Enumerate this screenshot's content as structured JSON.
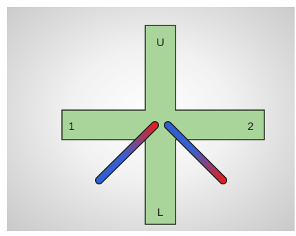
{
  "diagram": {
    "arm_labels": {
      "up": "U",
      "left": "1",
      "right": "2",
      "low": "L"
    },
    "colors": {
      "maze_fill": "#a9d49a",
      "maze_stroke": "#1e2a1a",
      "magnet_blue": "#2f5fd0",
      "magnet_red": "#e02020"
    },
    "magnets": [
      {
        "name": "left-magnet",
        "orientation": "red-end-top-right"
      },
      {
        "name": "right-magnet",
        "orientation": "blue-end-top-left"
      }
    ]
  }
}
